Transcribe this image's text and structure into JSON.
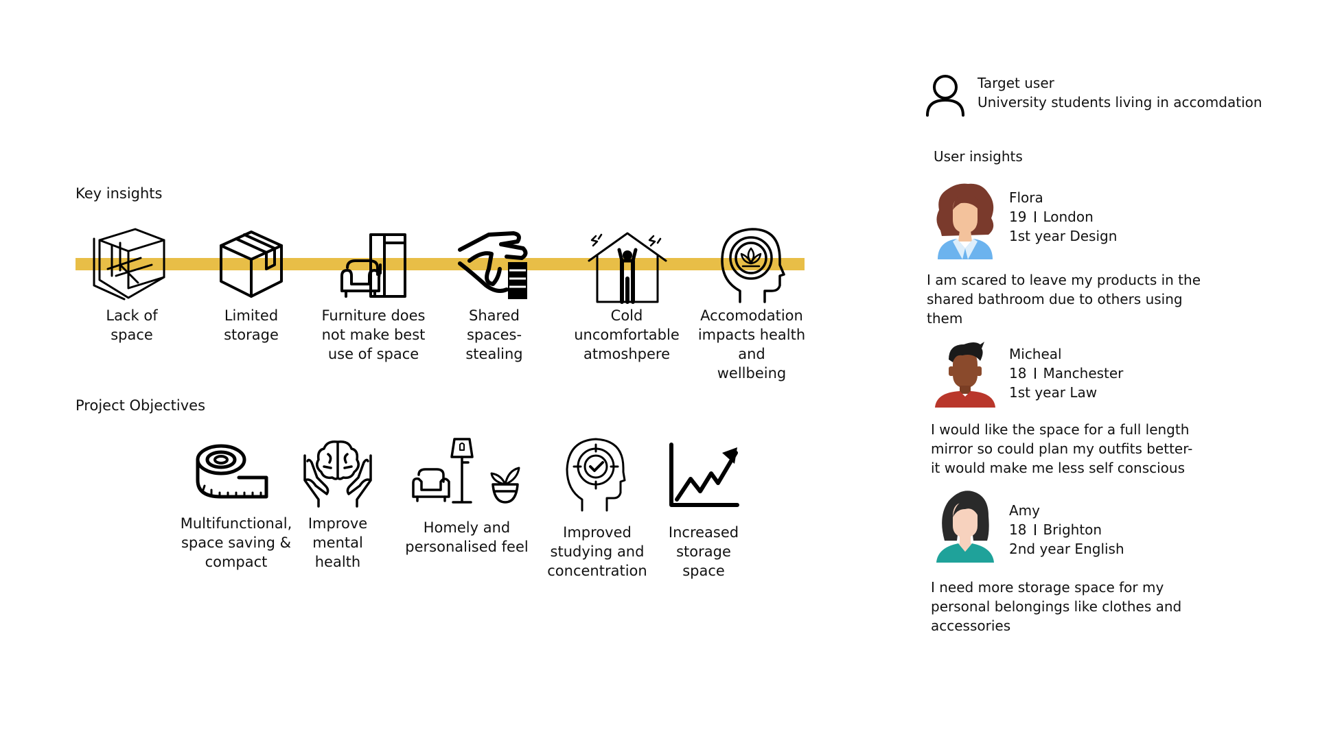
{
  "colors": {
    "accent_band": "#E8BE47",
    "ink": "#111111"
  },
  "key_insights": {
    "title": "Key insights",
    "items": [
      {
        "icon": "room-corner-icon",
        "label": "Lack of\nspace"
      },
      {
        "icon": "box-icon",
        "label": "Limited\nstorage"
      },
      {
        "icon": "sofa-wardrobe-icon",
        "label": "Furniture does\nnot make best\nuse of space"
      },
      {
        "icon": "hand-stealing-icon",
        "label": "Shared spaces-\nstealing"
      },
      {
        "icon": "cold-house-icon",
        "label": "Cold\nuncomfortable\natmoshpere"
      },
      {
        "icon": "mind-lotus-icon",
        "label": "Accomodation\nimpacts health and\nwellbeing"
      }
    ]
  },
  "project_objectives": {
    "title": "Project Objectives",
    "items": [
      {
        "icon": "tape-measure-icon",
        "label": "Multifunctional,\nspace saving &\ncompact"
      },
      {
        "icon": "hands-brain-icon",
        "label": "Improve\nmental\nhealth"
      },
      {
        "icon": "home-furniture-icon",
        "label": "Homely and\npersonalised feel"
      },
      {
        "icon": "head-target-icon",
        "label": "Improved\nstudying and\nconcentration"
      },
      {
        "icon": "growth-chart-icon",
        "label": "Increased\nstorage\nspace"
      }
    ]
  },
  "target_user": {
    "icon": "user-outline-icon",
    "title": "Target user",
    "description": "University students living in accomdation"
  },
  "user_insights": {
    "title": "User insights",
    "users": [
      {
        "avatar": "female-avatar-curly-hair-icon",
        "name": "Flora",
        "age": "19",
        "city": "London",
        "course": "1st year Design",
        "quote": "I am scared to leave my products in the shared bathroom due to others using them"
      },
      {
        "avatar": "male-avatar-dark-hair-icon",
        "name": "Micheal",
        "age": "18",
        "city": "Manchester",
        "course": "1st year Law",
        "quote": "I would like the space for a full length mirror so could plan my outfits better- it would make me less self conscious"
      },
      {
        "avatar": "female-avatar-black-hair-icon",
        "name": "Amy",
        "age": "18",
        "city": "Brighton",
        "course": "2nd year English",
        "quote": "I need more storage space for my personal belongings like clothes and accessories"
      }
    ]
  }
}
